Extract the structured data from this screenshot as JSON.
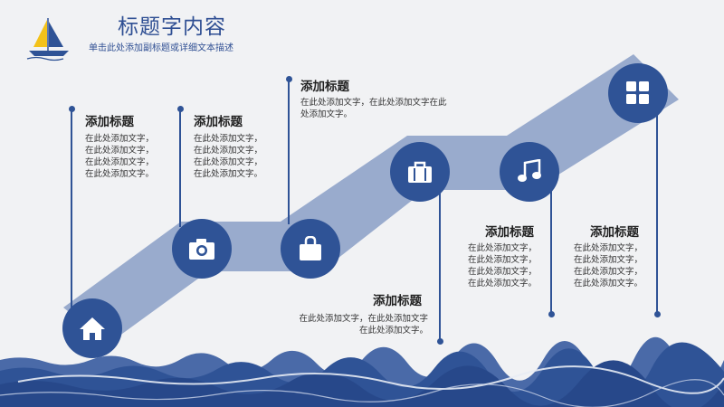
{
  "slide": {
    "title": "标题字内容",
    "subtitle": "单击此处添加副标题或详细文本描述"
  },
  "colors": {
    "primary": "#2f5396",
    "band": "#8fa3c9",
    "background": "#f1f2f4"
  },
  "steps": [
    {
      "icon": "home-icon",
      "heading": "添加标题",
      "lines": [
        "在此处添加文字，",
        "在此处添加文字，",
        "在此处添加文字，",
        "在此处添加文字。"
      ]
    },
    {
      "icon": "camera-icon",
      "heading": "添加标题",
      "lines": [
        "在此处添加文字，",
        "在此处添加文字，",
        "在此处添加文字，",
        "在此处添加文字。"
      ]
    },
    {
      "icon": "shopping-bag-icon",
      "heading": "添加标题",
      "lines": [
        "在此处添加文字，在此处添加文字在此",
        "处添加文字。"
      ]
    },
    {
      "icon": "briefcase-icon",
      "heading": "添加标题",
      "lines": [
        "在此处添加文字，在此处添加文字",
        "在此处添加文字。"
      ]
    },
    {
      "icon": "music-note-icon",
      "heading": "添加标题",
      "lines": [
        "在此处添加文字，",
        "在此处添加文字，",
        "在此处添加文字，",
        "在此处添加文字。"
      ]
    },
    {
      "icon": "grid-icon",
      "heading": "添加标题",
      "lines": [
        "在此处添加文字，",
        "在此处添加文字，",
        "在此处添加文字，",
        "在此处添加文字。"
      ]
    }
  ]
}
